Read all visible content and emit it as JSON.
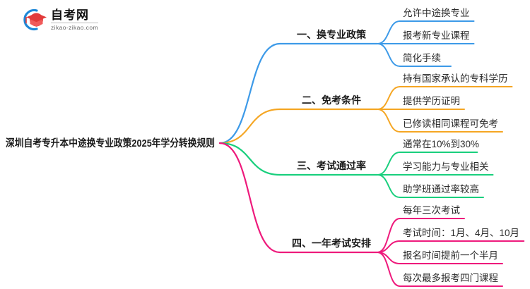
{
  "logo": {
    "name": "zikao-logo",
    "title": "自考网",
    "domain": "zikao-zikao.com",
    "mark_icon": "graduation-cap-icon",
    "ring_color": "#1e88d8",
    "cap_color": "#e23a3a"
  },
  "mindmap": {
    "root": {
      "label": "深圳自考专升本中途换专业政策2025年学分转换规则"
    },
    "branches": [
      {
        "index": "1",
        "label": "一、换专业政策",
        "color": "#3d9ae8",
        "children": [
          {
            "label": "允许中途换专业"
          },
          {
            "label": "报考新专业课程"
          },
          {
            "label": "简化手续"
          }
        ]
      },
      {
        "index": "2",
        "label": "二、免考条件",
        "color": "#f5a623",
        "children": [
          {
            "label": "持有国家承认的专科学历"
          },
          {
            "label": "提供学历证明"
          },
          {
            "label": "已修读相同课程可免考"
          }
        ]
      },
      {
        "index": "3",
        "label": "三、考试通过率",
        "color": "#19cf7d",
        "children": [
          {
            "label": "通常在10%到30%"
          },
          {
            "label": "学习能力与专业相关"
          },
          {
            "label": "助学班通过率较高"
          }
        ]
      },
      {
        "index": "4",
        "label": "四、一年考试安排",
        "color": "#ee1a7c",
        "children": [
          {
            "label": "每年三次考试"
          },
          {
            "label": "考试时间：1月、4月、10月"
          },
          {
            "label": "报名时间提前一个半月"
          },
          {
            "label": "每次最多报考四门课程"
          }
        ]
      }
    ]
  }
}
